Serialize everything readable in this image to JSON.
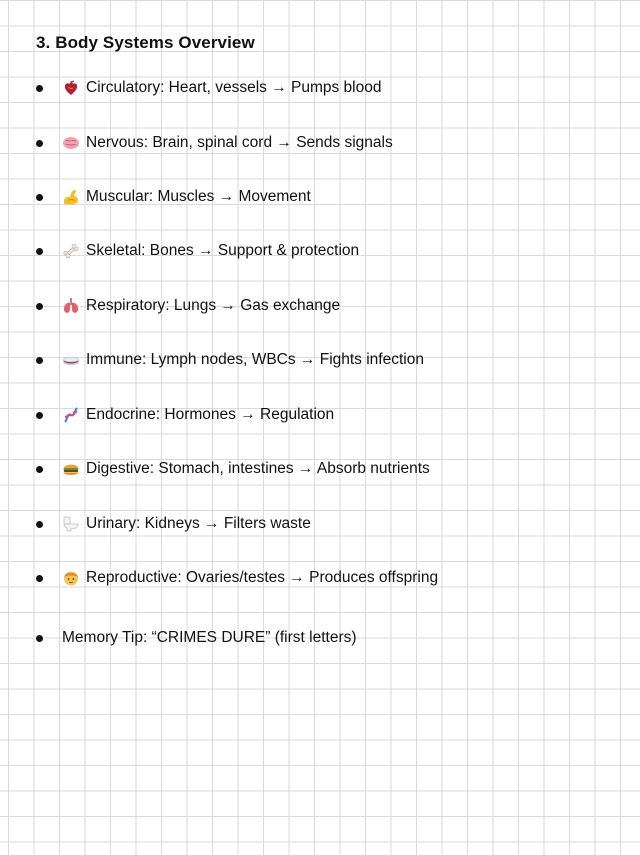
{
  "title": "3. Body Systems Overview",
  "items": [
    {
      "icon": "anatomical-heart-icon",
      "text": "Circulatory: Heart, vessels → Pumps blood"
    },
    {
      "icon": "brain-icon",
      "text": "Nervous: Brain, spinal cord → Sends signals"
    },
    {
      "icon": "flexed-biceps-icon",
      "text": "Muscular: Muscles → Movement"
    },
    {
      "icon": "bone-icon",
      "text": "Skeletal: Bones → Support & protection"
    },
    {
      "icon": "lungs-icon",
      "text": "Respiratory: Lungs → Gas exchange"
    },
    {
      "icon": "petri-dish-icon",
      "text": "Immune: Lymph nodes, WBCs → Fights infection"
    },
    {
      "icon": "dna-icon",
      "text": "Endocrine: Hormones → Regulation"
    },
    {
      "icon": "hamburger-icon",
      "text": "Digestive: Stomach, intestines → Absorb nutrients"
    },
    {
      "icon": "toilet-icon",
      "text": "Urinary: Kidneys → Filters waste"
    },
    {
      "icon": "person-icon",
      "text": "Reproductive: Ovaries/testes → Produces offspring"
    }
  ],
  "memory_tip": "Memory Tip: “CRIMES DURE” (first letters)",
  "colors": {
    "grid_line": "#d9d9de",
    "text": "#111111",
    "background": "#ffffff"
  }
}
